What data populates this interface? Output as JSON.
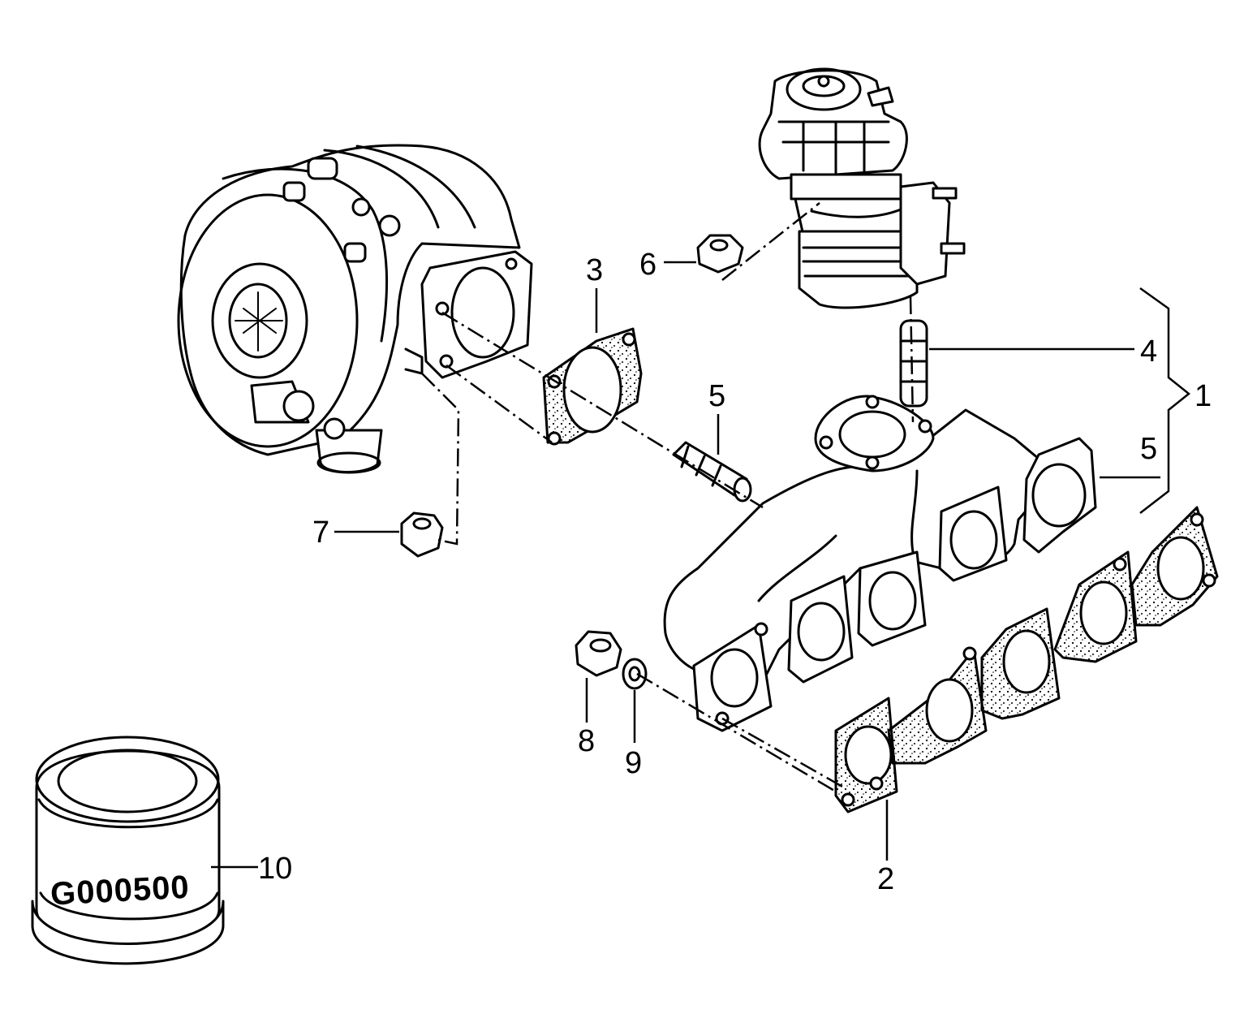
{
  "callouts": {
    "c1": "1",
    "c2": "2",
    "c3": "3",
    "c4": "4",
    "c5a": "5",
    "c5b": "5",
    "c6": "6",
    "c7": "7",
    "c8": "8",
    "c9": "9",
    "c10": "10"
  },
  "sealant_label": "G000500",
  "colors": {
    "line": "#000000",
    "background": "#ffffff"
  }
}
